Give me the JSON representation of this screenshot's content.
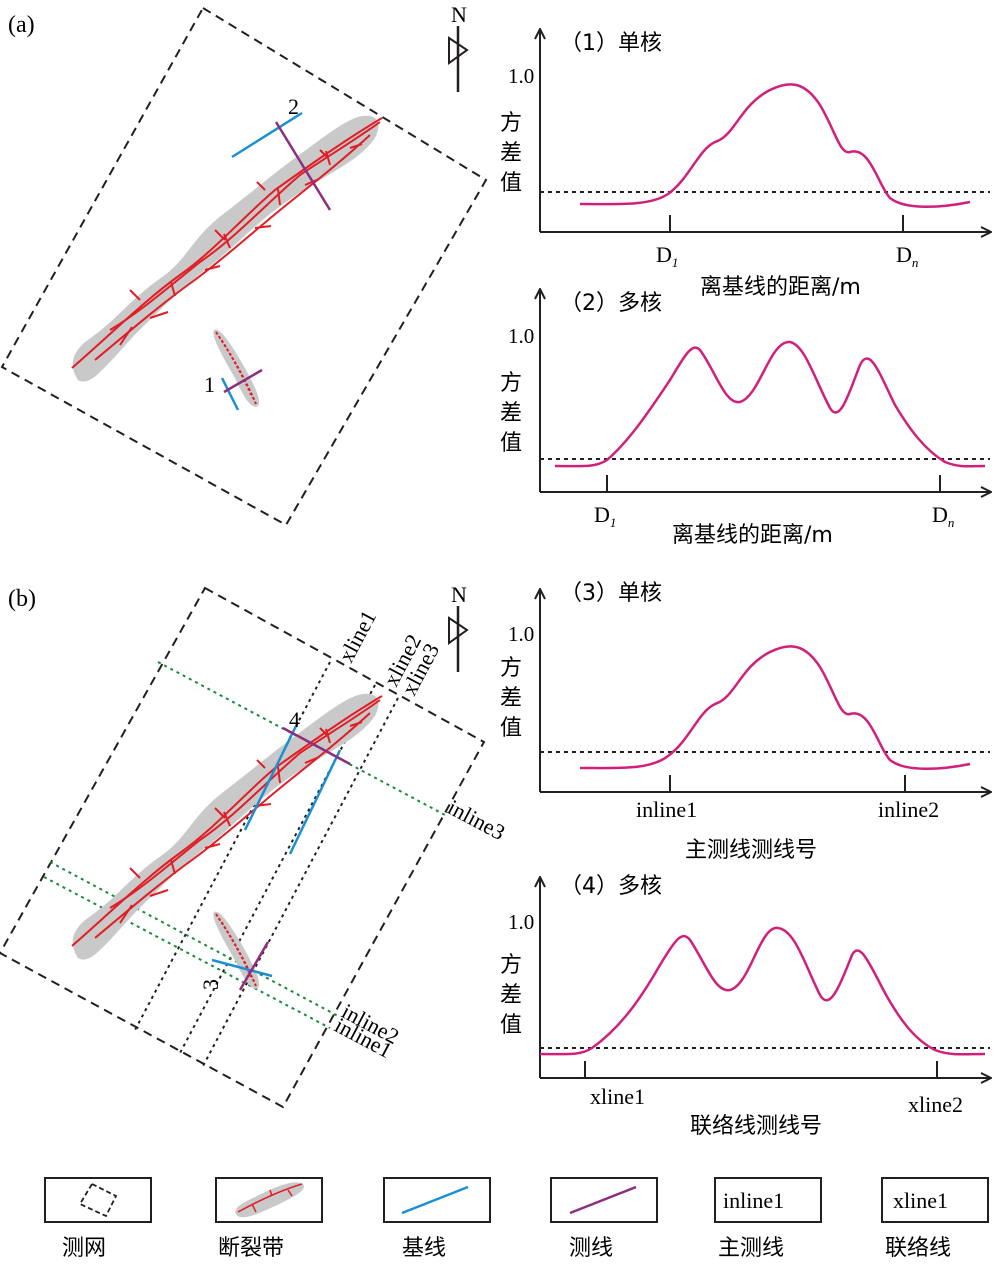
{
  "panel_a_label": "(a)",
  "panel_b_label": "(b)",
  "north_label": "N",
  "survey_lines_a": {
    "line1": "1",
    "line2": "2"
  },
  "survey_lines_b": {
    "line3": "3",
    "line4": "4"
  },
  "grid_labels_b": {
    "xline1": "xline1",
    "xline2": "xline2",
    "xline3": "xline3",
    "inline1": "inline1",
    "inline2": "inline2",
    "inline3": "inline3"
  },
  "plots": [
    {
      "title": "（1）单核",
      "ytick": "1.0",
      "ylabel": [
        "方",
        "差",
        "值"
      ],
      "xlabel": "离基线的距离/m",
      "mark_left": {
        "main": "D",
        "sub": "1"
      },
      "mark_right": {
        "main": "D",
        "sub": "n"
      }
    },
    {
      "title": "（2）多核",
      "ytick": "1.0",
      "ylabel": [
        "方",
        "差",
        "值"
      ],
      "xlabel": "离基线的距离/m",
      "mark_left": {
        "main": "D",
        "sub": "1"
      },
      "mark_right": {
        "main": "D",
        "sub": "n"
      }
    },
    {
      "title": "（3）单核",
      "ytick": "1.0",
      "ylabel": [
        "方",
        "差",
        "值"
      ],
      "xlabel": "主测线测线号",
      "mark_left": {
        "main": "inline1",
        "sub": ""
      },
      "mark_right": {
        "main": "inline2",
        "sub": ""
      }
    },
    {
      "title": "（4）多核",
      "ytick": "1.0",
      "ylabel": [
        "方",
        "差",
        "值"
      ],
      "xlabel": "联络线测线号",
      "mark_left": {
        "main": "xline1",
        "sub": ""
      },
      "mark_right": {
        "main": "xline2",
        "sub": ""
      }
    }
  ],
  "legend": [
    {
      "key": "survey_grid",
      "label": "测网",
      "color": "#231f20"
    },
    {
      "key": "fault_zone",
      "label": "断裂带",
      "color": "#e11d25"
    },
    {
      "key": "baseline",
      "label": "基线",
      "color": "#1a8fd1"
    },
    {
      "key": "survey_line",
      "label": "测线",
      "color": "#8e2f7e"
    },
    {
      "key": "main_line",
      "label": "主测线",
      "box_text": "inline1"
    },
    {
      "key": "cross_line",
      "label": "联络线",
      "box_text": "xline1"
    }
  ],
  "colors": {
    "curve": "#d1207a",
    "fault": "#e11d25",
    "zone_fill": "#c9c9c9",
    "baseline": "#1a8fd1",
    "survey_line": "#8e2f7e",
    "inline": "#1b8a3c"
  }
}
